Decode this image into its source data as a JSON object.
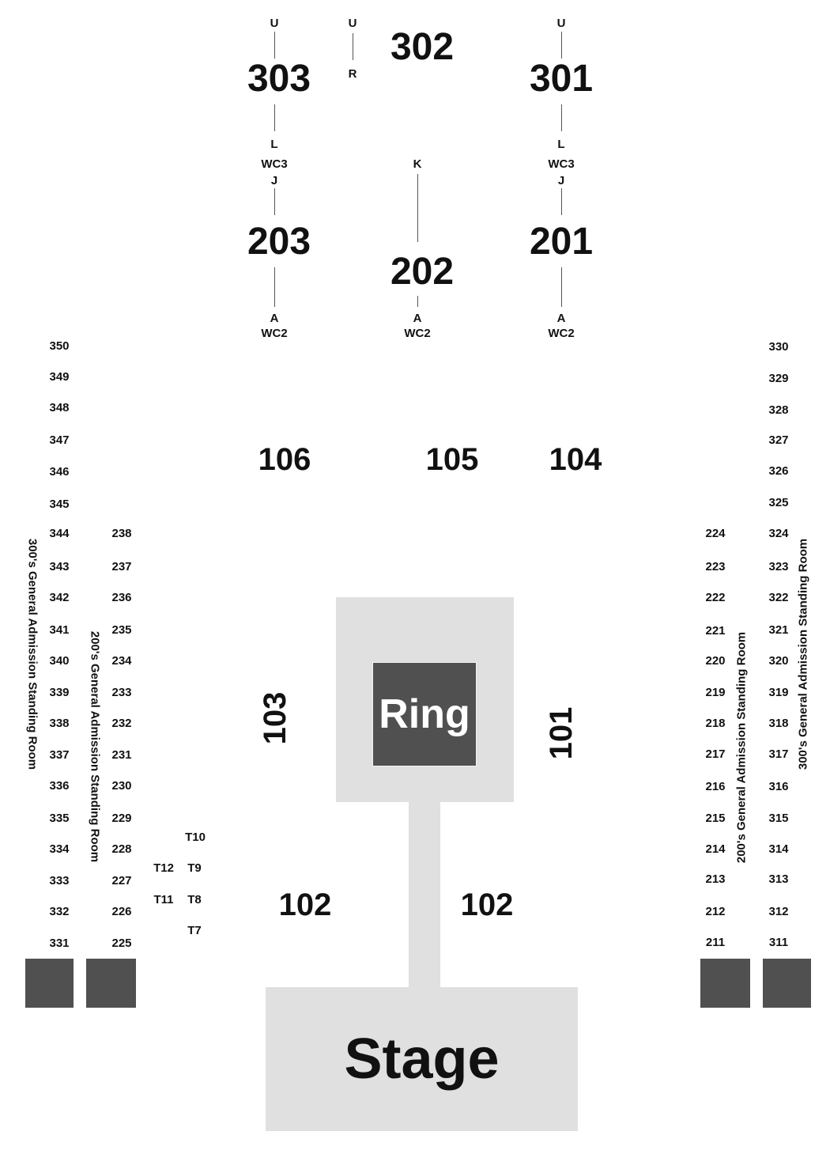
{
  "sections_top": {
    "s303": "303",
    "s302": "302",
    "s301": "301",
    "s203": "203",
    "s202": "202",
    "s201": "201"
  },
  "row_labels": {
    "u_303": "U",
    "u_302": "U",
    "r_302": "R",
    "u_301": "U",
    "l_303": "L",
    "wc3_303": "WC3",
    "j_203": "J",
    "k_202": "K",
    "l_301": "L",
    "wc3_301": "WC3",
    "j_201": "J",
    "a_203": "A",
    "wc2_203": "WC2",
    "a_202": "A",
    "wc2_202": "WC2",
    "a_201": "A",
    "wc2_201": "WC2"
  },
  "floor_sections": {
    "s106": "106",
    "s105": "105",
    "s104": "104",
    "s103": "103",
    "s101": "101",
    "s102_left": "102",
    "s102_right": "102"
  },
  "ring_label": "Ring",
  "stage_label": "Stage",
  "left_300s": [
    "350",
    "349",
    "348",
    "347",
    "346",
    "345",
    "344",
    "343",
    "342",
    "341",
    "340",
    "339",
    "338",
    "337",
    "336",
    "335",
    "334",
    "333",
    "332",
    "331"
  ],
  "left_200s": [
    "238",
    "237",
    "236",
    "235",
    "234",
    "233",
    "232",
    "231",
    "230",
    "229",
    "228",
    "227",
    "226",
    "225"
  ],
  "right_200s": [
    "224",
    "223",
    "222",
    "221",
    "220",
    "219",
    "218",
    "217",
    "216",
    "215",
    "214",
    "213",
    "212",
    "211"
  ],
  "right_300s": [
    "330",
    "329",
    "328",
    "327",
    "326",
    "325",
    "324",
    "323",
    "322",
    "321",
    "320",
    "319",
    "318",
    "317",
    "316",
    "315",
    "314",
    "313",
    "312",
    "311"
  ],
  "tables": {
    "t10": "T10",
    "t12": "T12",
    "t9": "T9",
    "t11": "T11",
    "t8": "T8",
    "t7": "T7"
  },
  "ga_labels": {
    "left_300": "300's General Admission Standing Room",
    "left_200": "200's General Admission Standing Room",
    "right_200": "200's General Admission Standing Room",
    "right_300": "300's General Admission Standing Room"
  },
  "colors": {
    "floor_gray": "#e0e0e0",
    "dark_block": "#505050",
    "text": "#111111"
  }
}
